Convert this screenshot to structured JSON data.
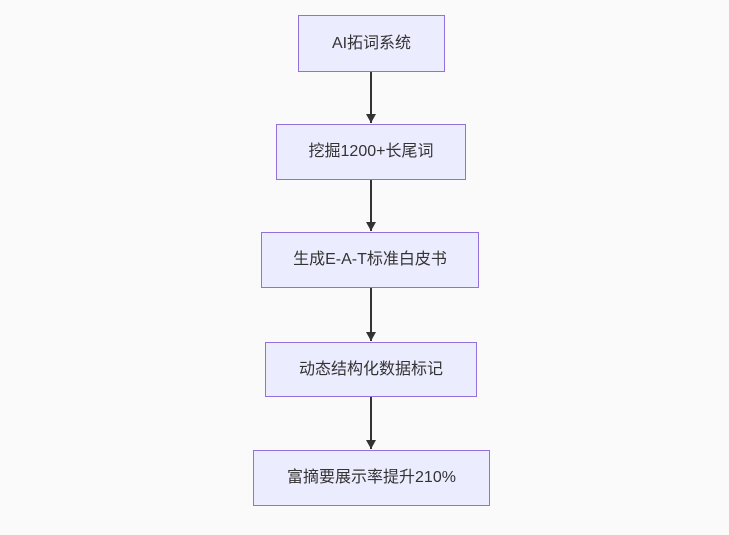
{
  "flowchart": {
    "direction": "top-down",
    "nodes": [
      {
        "id": "A",
        "label": "AI拓词系统"
      },
      {
        "id": "B",
        "label": "挖掘1200+长尾词"
      },
      {
        "id": "C",
        "label": "生成E-A-T标准白皮书"
      },
      {
        "id": "D",
        "label": "动态结构化数据标记"
      },
      {
        "id": "E",
        "label": "富摘要展示率提升210%"
      }
    ],
    "edges": [
      {
        "from": "A",
        "to": "B",
        "arrow": "down"
      },
      {
        "from": "B",
        "to": "C",
        "arrow": "down"
      },
      {
        "from": "C",
        "to": "D",
        "arrow": "down"
      },
      {
        "from": "D",
        "to": "E",
        "arrow": "down"
      }
    ],
    "colors": {
      "background": "#fafafa",
      "node_fill": "#ECECFF",
      "node_border": "#9370DB",
      "node_text": "#333333",
      "arrow": "#333333"
    }
  }
}
